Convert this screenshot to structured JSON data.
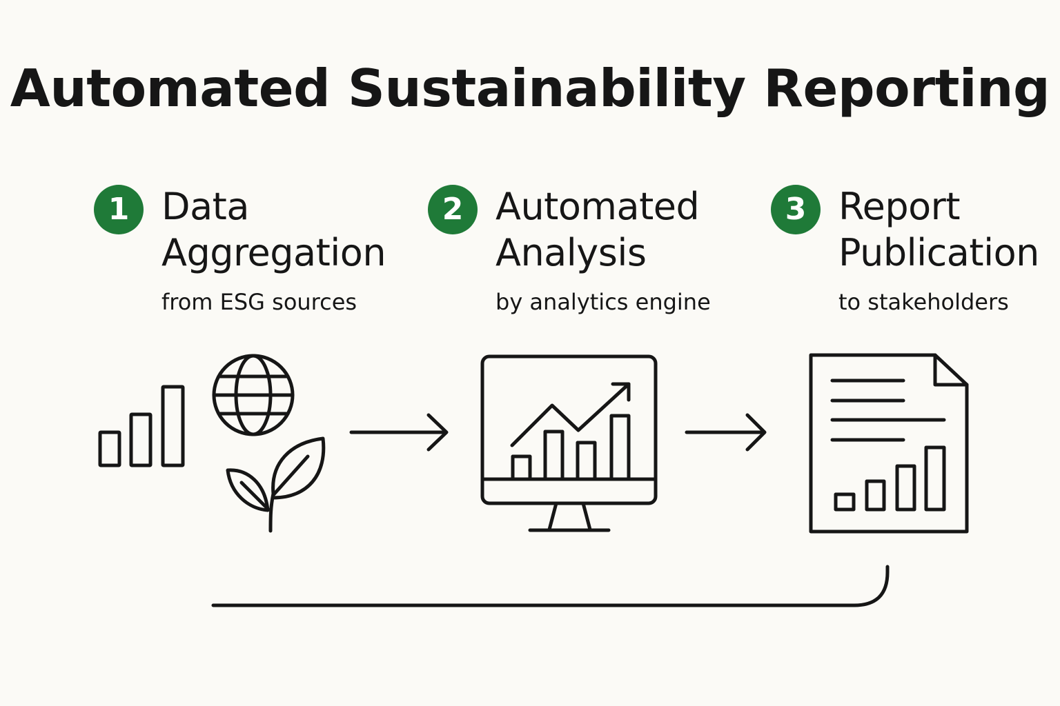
{
  "title": "Automated Sustainability Reporting",
  "accent_color": "#1f7a38",
  "steps": [
    {
      "number": "1",
      "title_lines": [
        "Data",
        "Aggregation"
      ],
      "subtitle": "from ESG sources",
      "icons": [
        "bar-chart-icon",
        "globe-icon",
        "leaf-icon"
      ]
    },
    {
      "number": "2",
      "title_lines": [
        "Automated",
        "Analysis"
      ],
      "subtitle": "by analytics engine",
      "icons": [
        "monitor-chart-icon"
      ]
    },
    {
      "number": "3",
      "title_lines": [
        "Report",
        "Publication"
      ],
      "subtitle": "to stakeholders",
      "icons": [
        "report-document-icon"
      ]
    }
  ],
  "connectors": [
    "arrow-right-icon",
    "arrow-right-icon",
    "feedback-loop-line"
  ]
}
